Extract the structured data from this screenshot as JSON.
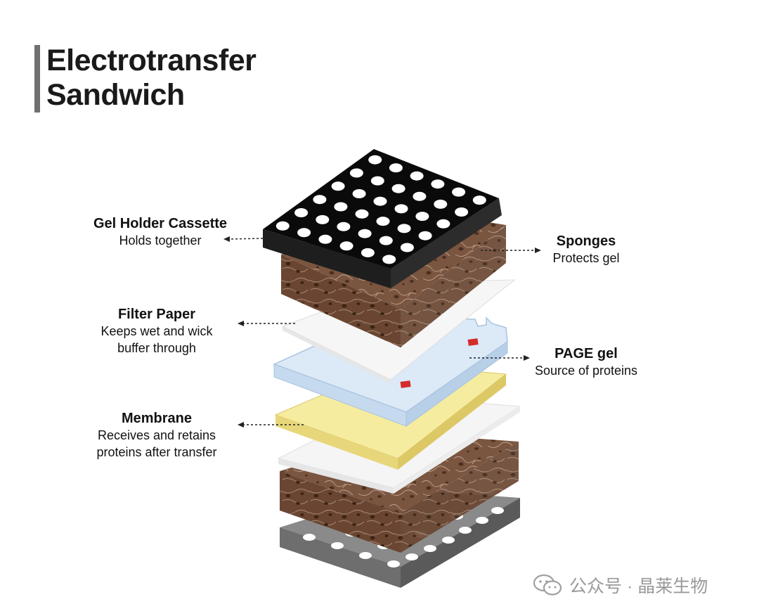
{
  "title": {
    "line1": "Electrotransfer",
    "line2": "Sandwich"
  },
  "layers": {
    "cassette": {
      "name": "Gel Holder Cassette",
      "desc": "Holds together"
    },
    "sponges": {
      "name": "Sponges",
      "desc": "Protects gel"
    },
    "filter_paper": {
      "name": "Filter Paper",
      "desc1": "Keeps wet and wick",
      "desc2": "buffer through"
    },
    "page_gel": {
      "name": "PAGE gel",
      "desc": "Source of proteins"
    },
    "membrane": {
      "name": "Membrane",
      "desc1": "Receives and retains",
      "desc2": "proteins after transfer"
    }
  },
  "colors": {
    "cassette_top": "#0a0a0a",
    "cassette_bottom": "#6e6e6e",
    "sponge": "#7a5540",
    "filter_paper": "#f5f5f5",
    "gel": "#dce9f7",
    "gel_marker": "#d42b2b",
    "membrane": "#f6eca0"
  },
  "watermark": {
    "text": "公众号 · 晶莱生物",
    "icon": "wechat-icon"
  }
}
